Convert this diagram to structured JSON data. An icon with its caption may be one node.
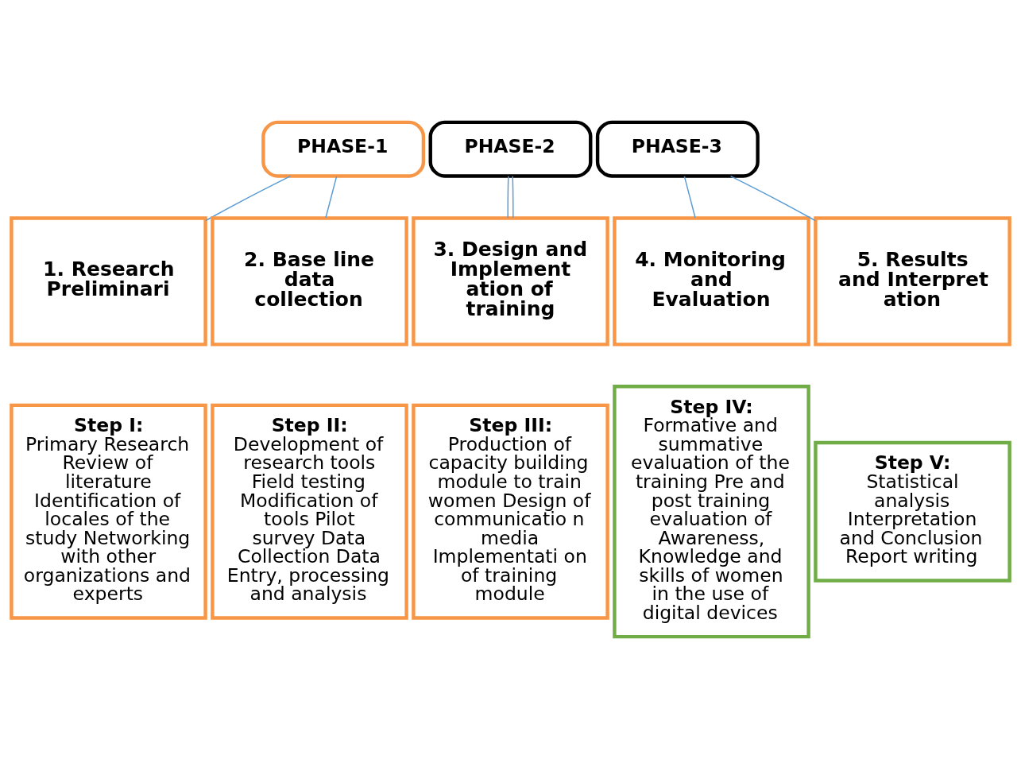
{
  "diagram": {
    "nodes": [
      {
        "text": [
          "PHASE-1"
        ]
      },
      {
        "text": [
          "PHASE-2"
        ]
      },
      {
        "text": [
          "PHASE-3"
        ]
      },
      {
        "text": [
          "1. Research Preliminari"
        ]
      },
      {
        "text": [
          "2. Base line data collection"
        ]
      },
      {
        "text": [
          "3. Design and Implement ation of training"
        ]
      },
      {
        "text": [
          "4. Monitoring and Evaluation"
        ]
      },
      {
        "text": [
          "5. Results and Interpretation"
        ]
      },
      {
        "text": [
          "Step I:",
          "Primary Research Review of literature Identification of locales of the study Networking with other organizations and experts"
        ]
      },
      {
        "text": [
          "Step II:",
          "Development of research tools Field testing Modification of tools Pilot survey Data Collection Data Entry, processing and analysis"
        ]
      },
      {
        "text": [
          "Step III:",
          "Production of capacity building module to train women Design of communicatio n media Implementati on of training module"
        ]
      },
      {
        "text": [
          "Step IV:",
          "Formative and summative evaluation of the training Pre and post training evaluation of Awareness, Knowledge and skills of women in the use of digital devices"
        ]
      },
      {
        "text": [
          "Step V:",
          "Statistical analysis Interpretation and Conclusion Report writing"
        ]
      }
    ],
    "edges": [
      {
        "from": 0,
        "to": 3,
        "arrow": "none",
        "color": "#5b9bd5"
      },
      {
        "from": 0,
        "to": 4,
        "arrow": "none",
        "color": "#5b9bd5"
      },
      {
        "from": 1,
        "to": 5,
        "arrow": "none",
        "color": "#5b9bd5"
      },
      {
        "from": 1,
        "to": 5,
        "arrow": "none",
        "color": "#5b9bd5"
      },
      {
        "from": 2,
        "to": 6,
        "arrow": "none",
        "color": "#5b9bd5"
      },
      {
        "from": 2,
        "to": 7,
        "arrow": "none",
        "color": "#5b9bd5"
      }
    ]
  }
}
